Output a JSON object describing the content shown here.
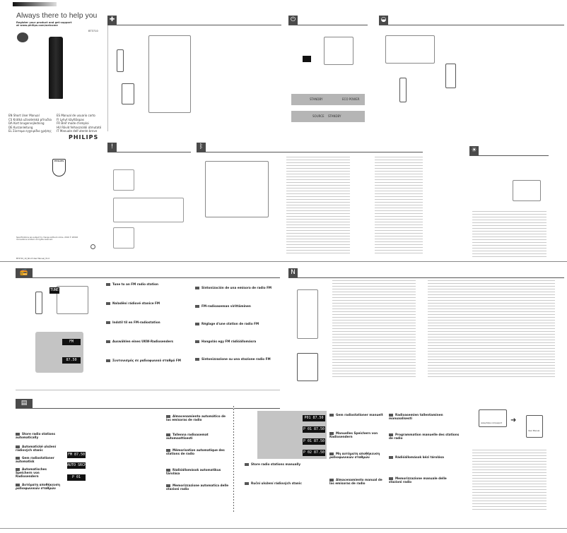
{
  "cover": {
    "title": "Always there to help you",
    "subtitle": "Register your product and get support at www.philips.com/welcome",
    "model": "BT3710",
    "languages": [
      {
        "code": "EN",
        "name": "Short User Manual"
      },
      {
        "code": "CS",
        "name": "Krátká uživatelská příručka"
      },
      {
        "code": "DA",
        "name": "Kort brugervejledning"
      },
      {
        "code": "DE",
        "name": "Kurzanleitung"
      },
      {
        "code": "EL",
        "name": "Σύντομο εγχειρίδιο χρήσης"
      },
      {
        "code": "ES",
        "name": "Manual de usuario corto"
      },
      {
        "code": "FI",
        "name": "Lyhyt käyttöopas"
      },
      {
        "code": "FR",
        "name": "Bref mode d'emploi"
      },
      {
        "code": "HU",
        "name": "Rövid felhasználói útmutató"
      },
      {
        "code": "IT",
        "name": "Manuale dell'utente breve"
      }
    ],
    "brand": "PHILIPS",
    "shield_text": "PHILIPS",
    "legal": "Specifications are subject to change without notice. 2016 © WOOX Innovations Limited. All rights reserved.",
    "doc_id": "BT3710_10_Short User Manual_V1.0"
  },
  "power": {
    "standby": "STANDBY",
    "eco": "ECO POWER",
    "source": "SOURCE",
    "standby2": "STANDBY"
  },
  "radio": {
    "displays": [
      "TUNE",
      "FM",
      "87.50"
    ],
    "steps_left": [
      "Tune to an FM radio station",
      "Naladění rádiové stanice FM",
      "Indstil til en FM-radiostation",
      "Auswählen eines UKW-Radiosenders",
      "Συντονισμός σε ραδιοφωνικό σταθμό FM"
    ],
    "steps_right": [
      "Sintonización de una emisora de radio FM",
      "FM-radioaseman virittäminen",
      "Réglage d'une station de radio FM",
      "Hangolás egy FM rádióállomásra",
      "Sintonizzazione su una stazione radio FM"
    ]
  },
  "preset": {
    "auto_left": [
      "Store radio stations automatically",
      "Automatické uložení rádiových stanic",
      "Gem radiostationer automatisk",
      "Automatisches Speichern von Radiosendern",
      "Αυτόματη αποθήκευση ραδιοφωνικών σταθμών"
    ],
    "auto_right": [
      "Almacenamiento automático de las emisoras de radio",
      "Tallenna radioasemat automaattisesti",
      "Mémorisation automatique des stations de radio",
      "Rádióállomások automatikus tárolása",
      "Memorizzazione automatica delle stazioni radio"
    ],
    "auto_displays": [
      "FM 87.50",
      "AUTO SRCH",
      "P 01"
    ],
    "manual_displays": [
      "P01  87.50",
      "P 01  87.50",
      "P 01  87.50",
      "P 02  87.50"
    ],
    "manual_left": [
      "Store radio stations manually",
      "Ruční uložení rádiových stanic",
      "Gem radiostationer manuelt",
      "Manuelles Speichern von Radiosendern",
      "Μη αυτόματη αποθήκευση ραδιοφωνικών σταθμών",
      "Almacenamiento manual de las emisoras de radio"
    ],
    "manual_right": [
      "Radioasemien tallentaminen manuaalisesti",
      "Programmation manuelle des stations de radio",
      "Rádióállomások kézi tárolása",
      "Memorizzazione manuale delle stazioni radio"
    ]
  },
  "manual": {
    "url": "www.philips.com/support",
    "book": "User Manual"
  }
}
